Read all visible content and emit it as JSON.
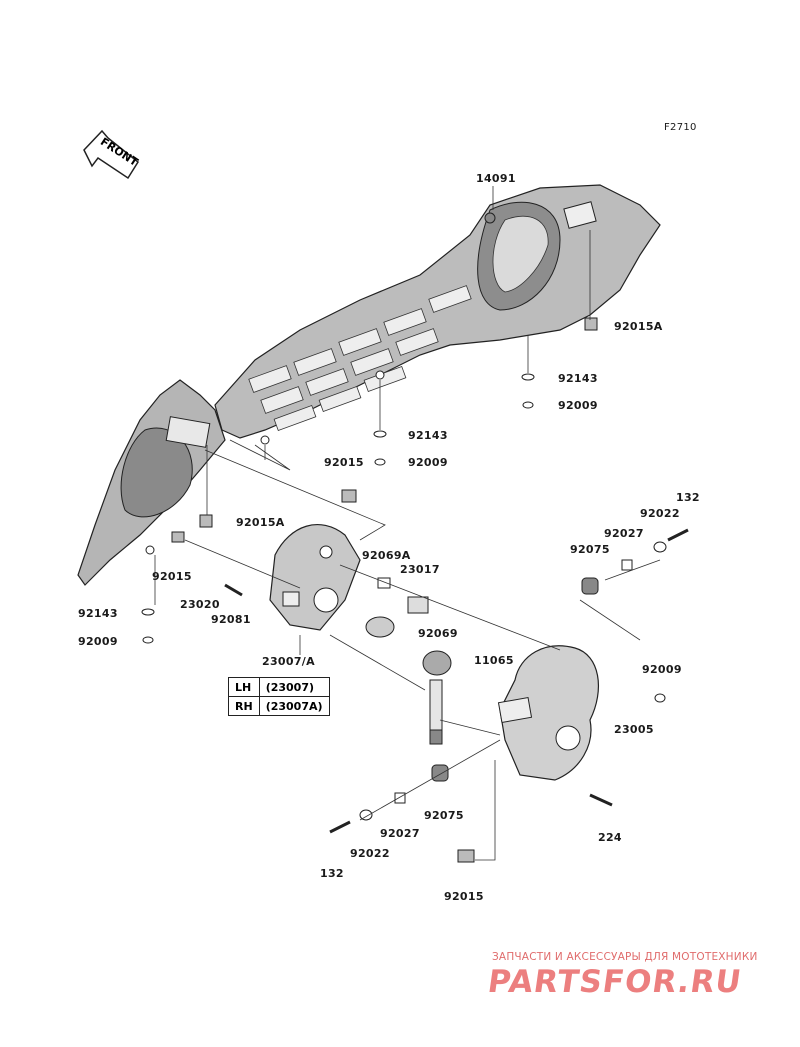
{
  "figure_code": "F2710",
  "front_badge": "FRONT",
  "callouts": {
    "c14091": "14091",
    "c92015A_upper": "92015A",
    "c92143_a": "92143",
    "c92009_a": "92009",
    "c92143_b": "92143",
    "c92009_b": "92009",
    "c92015_a": "92015",
    "c92015A_lower": "92015A",
    "c92069A": "92069A",
    "c23017": "23017",
    "c92015_b": "92015",
    "c23020": "23020",
    "c92081": "92081",
    "c92143_c": "92143",
    "c92009_c": "92009",
    "c92069": "92069",
    "c11065": "11065",
    "c23007A": "23007/A",
    "c132_a": "132",
    "c92022_a": "92022",
    "c92027_a": "92027",
    "c92075_a": "92075",
    "c92009_d": "92009",
    "c23005": "23005",
    "c92075_b": "92075",
    "c92027_b": "92027",
    "c224": "224",
    "c92022_b": "92022",
    "c132_b": "132",
    "c92015_c": "92015"
  },
  "side_table": [
    {
      "side": "LH",
      "part": "(23007)"
    },
    {
      "side": "RH",
      "part": "(23007A)"
    }
  ],
  "watermark": {
    "subtitle": "ЗАПЧАСТИ И АКСЕССУАРЫ ДЛЯ МОТОТЕХНИКИ",
    "logo": "PARTSFOR.RU"
  }
}
